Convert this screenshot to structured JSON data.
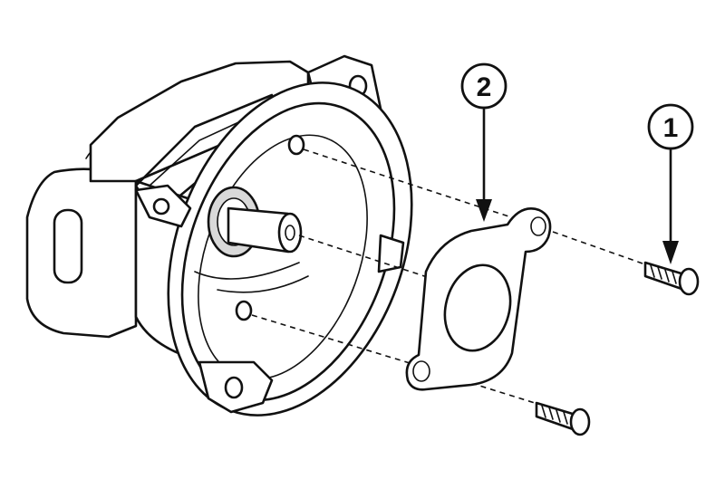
{
  "callouts": [
    {
      "label": "1",
      "part": "screw"
    },
    {
      "label": "2",
      "part": "gasket"
    }
  ],
  "icons": [
    "housing-drawing",
    "shaft-drawing",
    "gasket-drawing",
    "screw-drawing",
    "arrow-down-icon"
  ]
}
